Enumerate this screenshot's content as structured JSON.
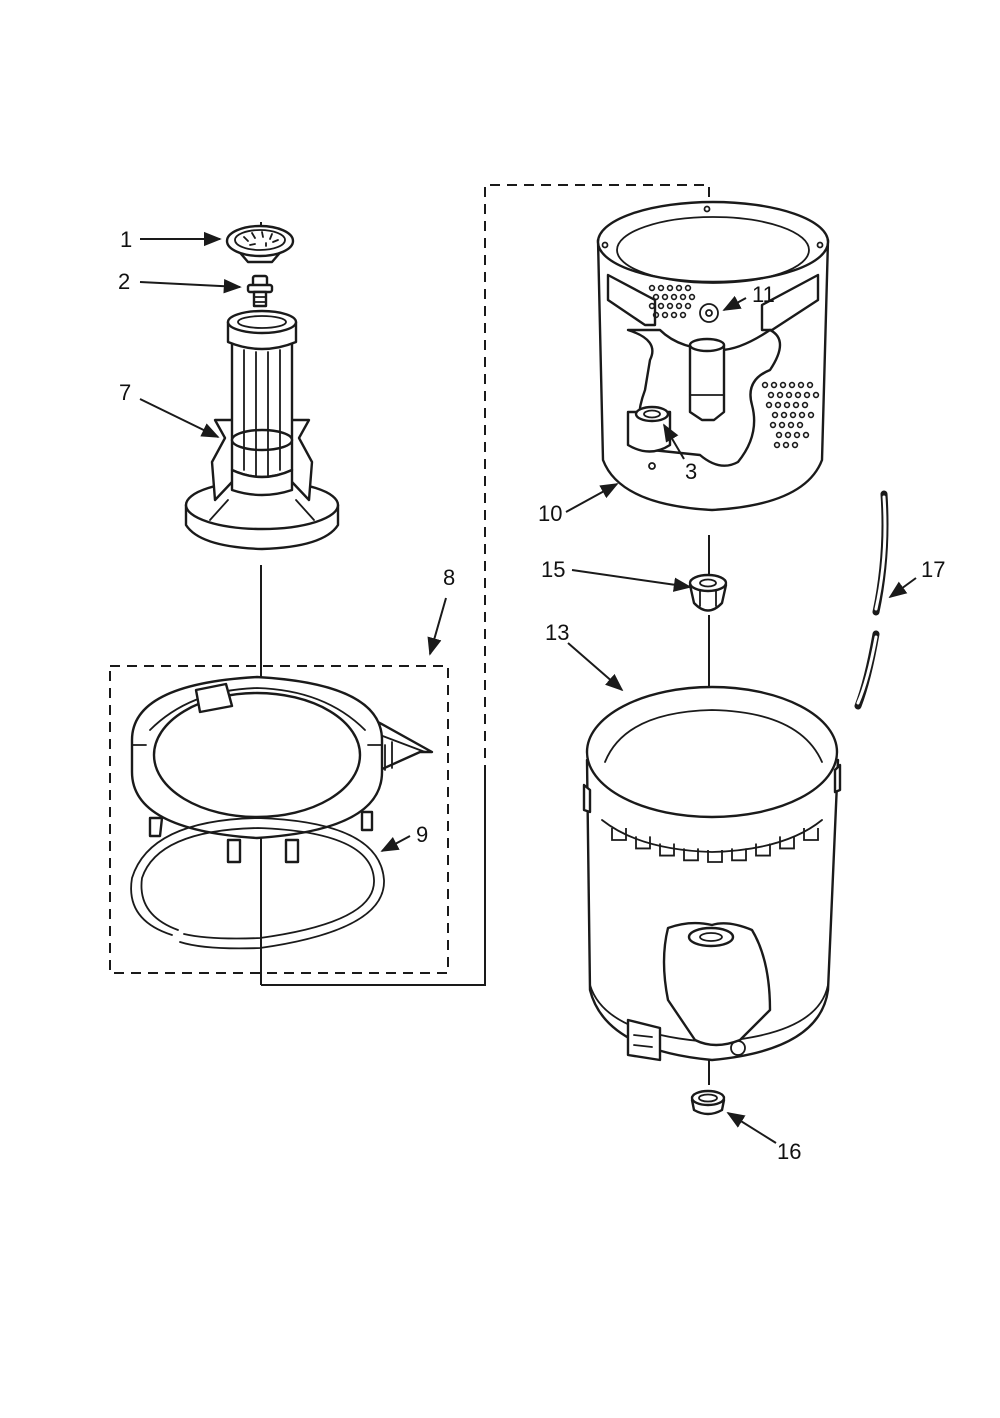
{
  "labels": {
    "p1": "1",
    "p2": "2",
    "p3": "3",
    "p7": "7",
    "p8": "8",
    "p9": "9",
    "p10": "10",
    "p11": "11",
    "p13": "13",
    "p15": "15",
    "p16": "16",
    "p17": "17"
  }
}
